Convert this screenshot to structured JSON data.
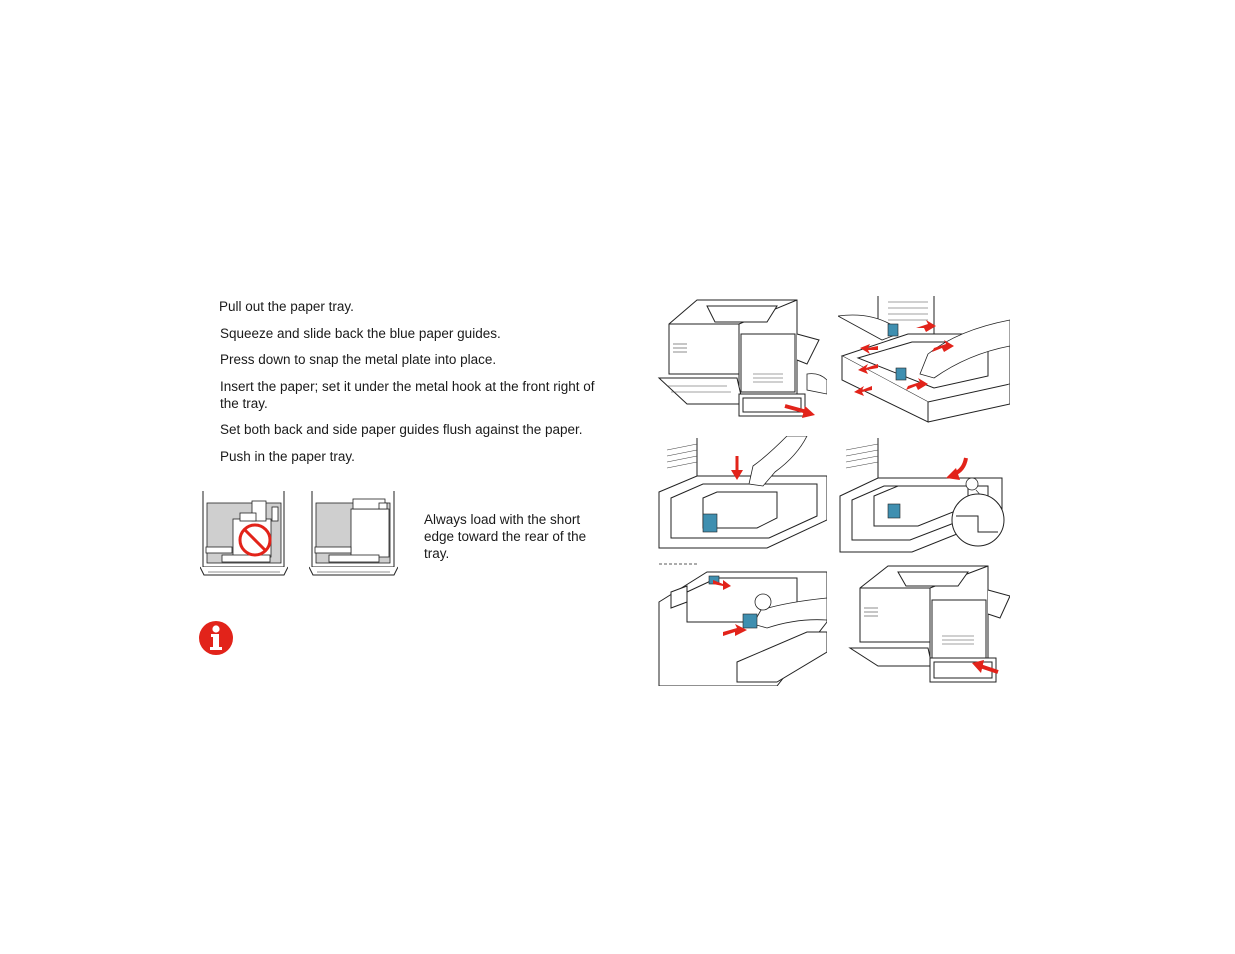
{
  "steps": [
    "Pull out the paper tray.",
    "Squeeze and slide back the blue paper guides.",
    "Press down to snap the metal plate into place.",
    "Insert the paper; set it under the metal hook at the front right of the tray.",
    "Set both back and side paper guides flush against the paper.",
    "Push in the paper tray."
  ],
  "caption": "Always load with the short edge toward the rear of the tray.",
  "icons": {
    "info": "info-icon",
    "prohibited": "no-entry-icon"
  },
  "colors": {
    "accent_red": "#e2231a",
    "guide_blue": "#3f8fb0",
    "tray_gray": "#cfcfcf"
  }
}
